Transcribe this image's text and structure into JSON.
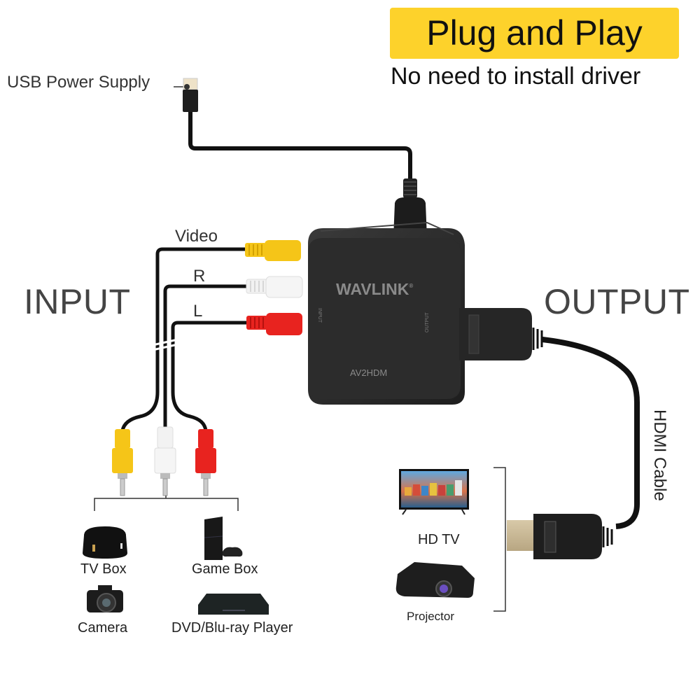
{
  "header": {
    "headline": "Plug and Play",
    "subheadline": "No need to install driver",
    "headline_bg_color": "#fdd22b"
  },
  "power": {
    "label": "USB Power Supply"
  },
  "device": {
    "brand": "WAVLINK",
    "registered_mark": "®",
    "model": "AV2HDM",
    "side_input_text": "INPUT",
    "side_output_text": "OUTPUT"
  },
  "input": {
    "title": "INPUT",
    "signals": [
      {
        "label": "Video",
        "connector_color": "#f5c518"
      },
      {
        "label": "R",
        "connector_color": "#f0f0f0"
      },
      {
        "label": "L",
        "connector_color": "#e8231f"
      }
    ],
    "sources": [
      {
        "label": "TV Box",
        "icon": "tv-box-icon"
      },
      {
        "label": "Game Box",
        "icon": "game-console-icon"
      },
      {
        "label": "Camera",
        "icon": "camera-icon"
      },
      {
        "label": "DVD/Blu-ray Player",
        "icon": "dvd-player-icon"
      }
    ]
  },
  "output": {
    "title": "OUTPUT",
    "cable_label": "HDMI Cable",
    "displays": [
      {
        "label": "HD TV",
        "icon": "hd-tv-icon"
      },
      {
        "label": "Projector",
        "icon": "projector-icon"
      }
    ]
  }
}
